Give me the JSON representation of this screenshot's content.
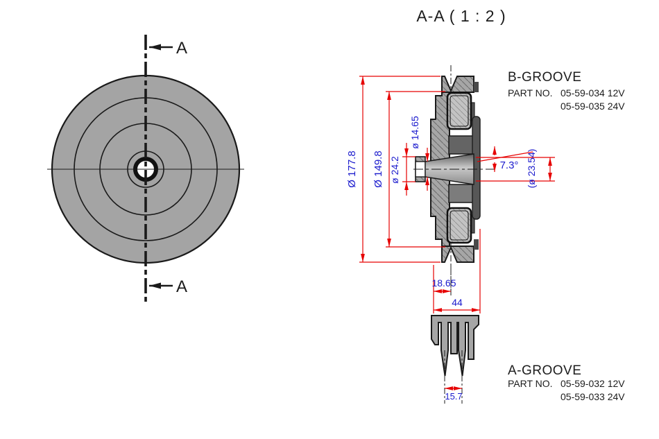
{
  "title": "A-A ( 1 : 2 )",
  "section_markers": {
    "top_label": "A",
    "bottom_label": "A"
  },
  "b_groove": {
    "name": "B-GROOVE",
    "part_no_label": "PART NO.",
    "part_12v": "05-59-034 12V",
    "part_24v": "05-59-035 24V"
  },
  "a_groove": {
    "name": "A-GROOVE",
    "part_no_label": "PART NO.",
    "part_12v": "05-59-032 12V",
    "part_24v": "05-59-033 24V"
  },
  "dimensions": {
    "outer_diameter": "Ø 177.8",
    "groove_root_diameter": "Ø 149.8",
    "bore_large_diameter": "ø 24.2",
    "bore_small_diameter": "ø 14.65",
    "taper_angle": "7.3°",
    "reference_diameter": "(ø 23.54)",
    "groove_center_offset": "18.65",
    "overall_width": "44",
    "groove_spacing": "15.7"
  },
  "colors": {
    "dimension_red": "#e60000",
    "dimension_text_blue": "#1a1acd",
    "body_gray": "#a4a4a4",
    "bearing_gray": "#c3c3c3",
    "coil_gray": "#6e6e6e",
    "line_black": "#1a1a1a",
    "background": "#ffffff"
  }
}
